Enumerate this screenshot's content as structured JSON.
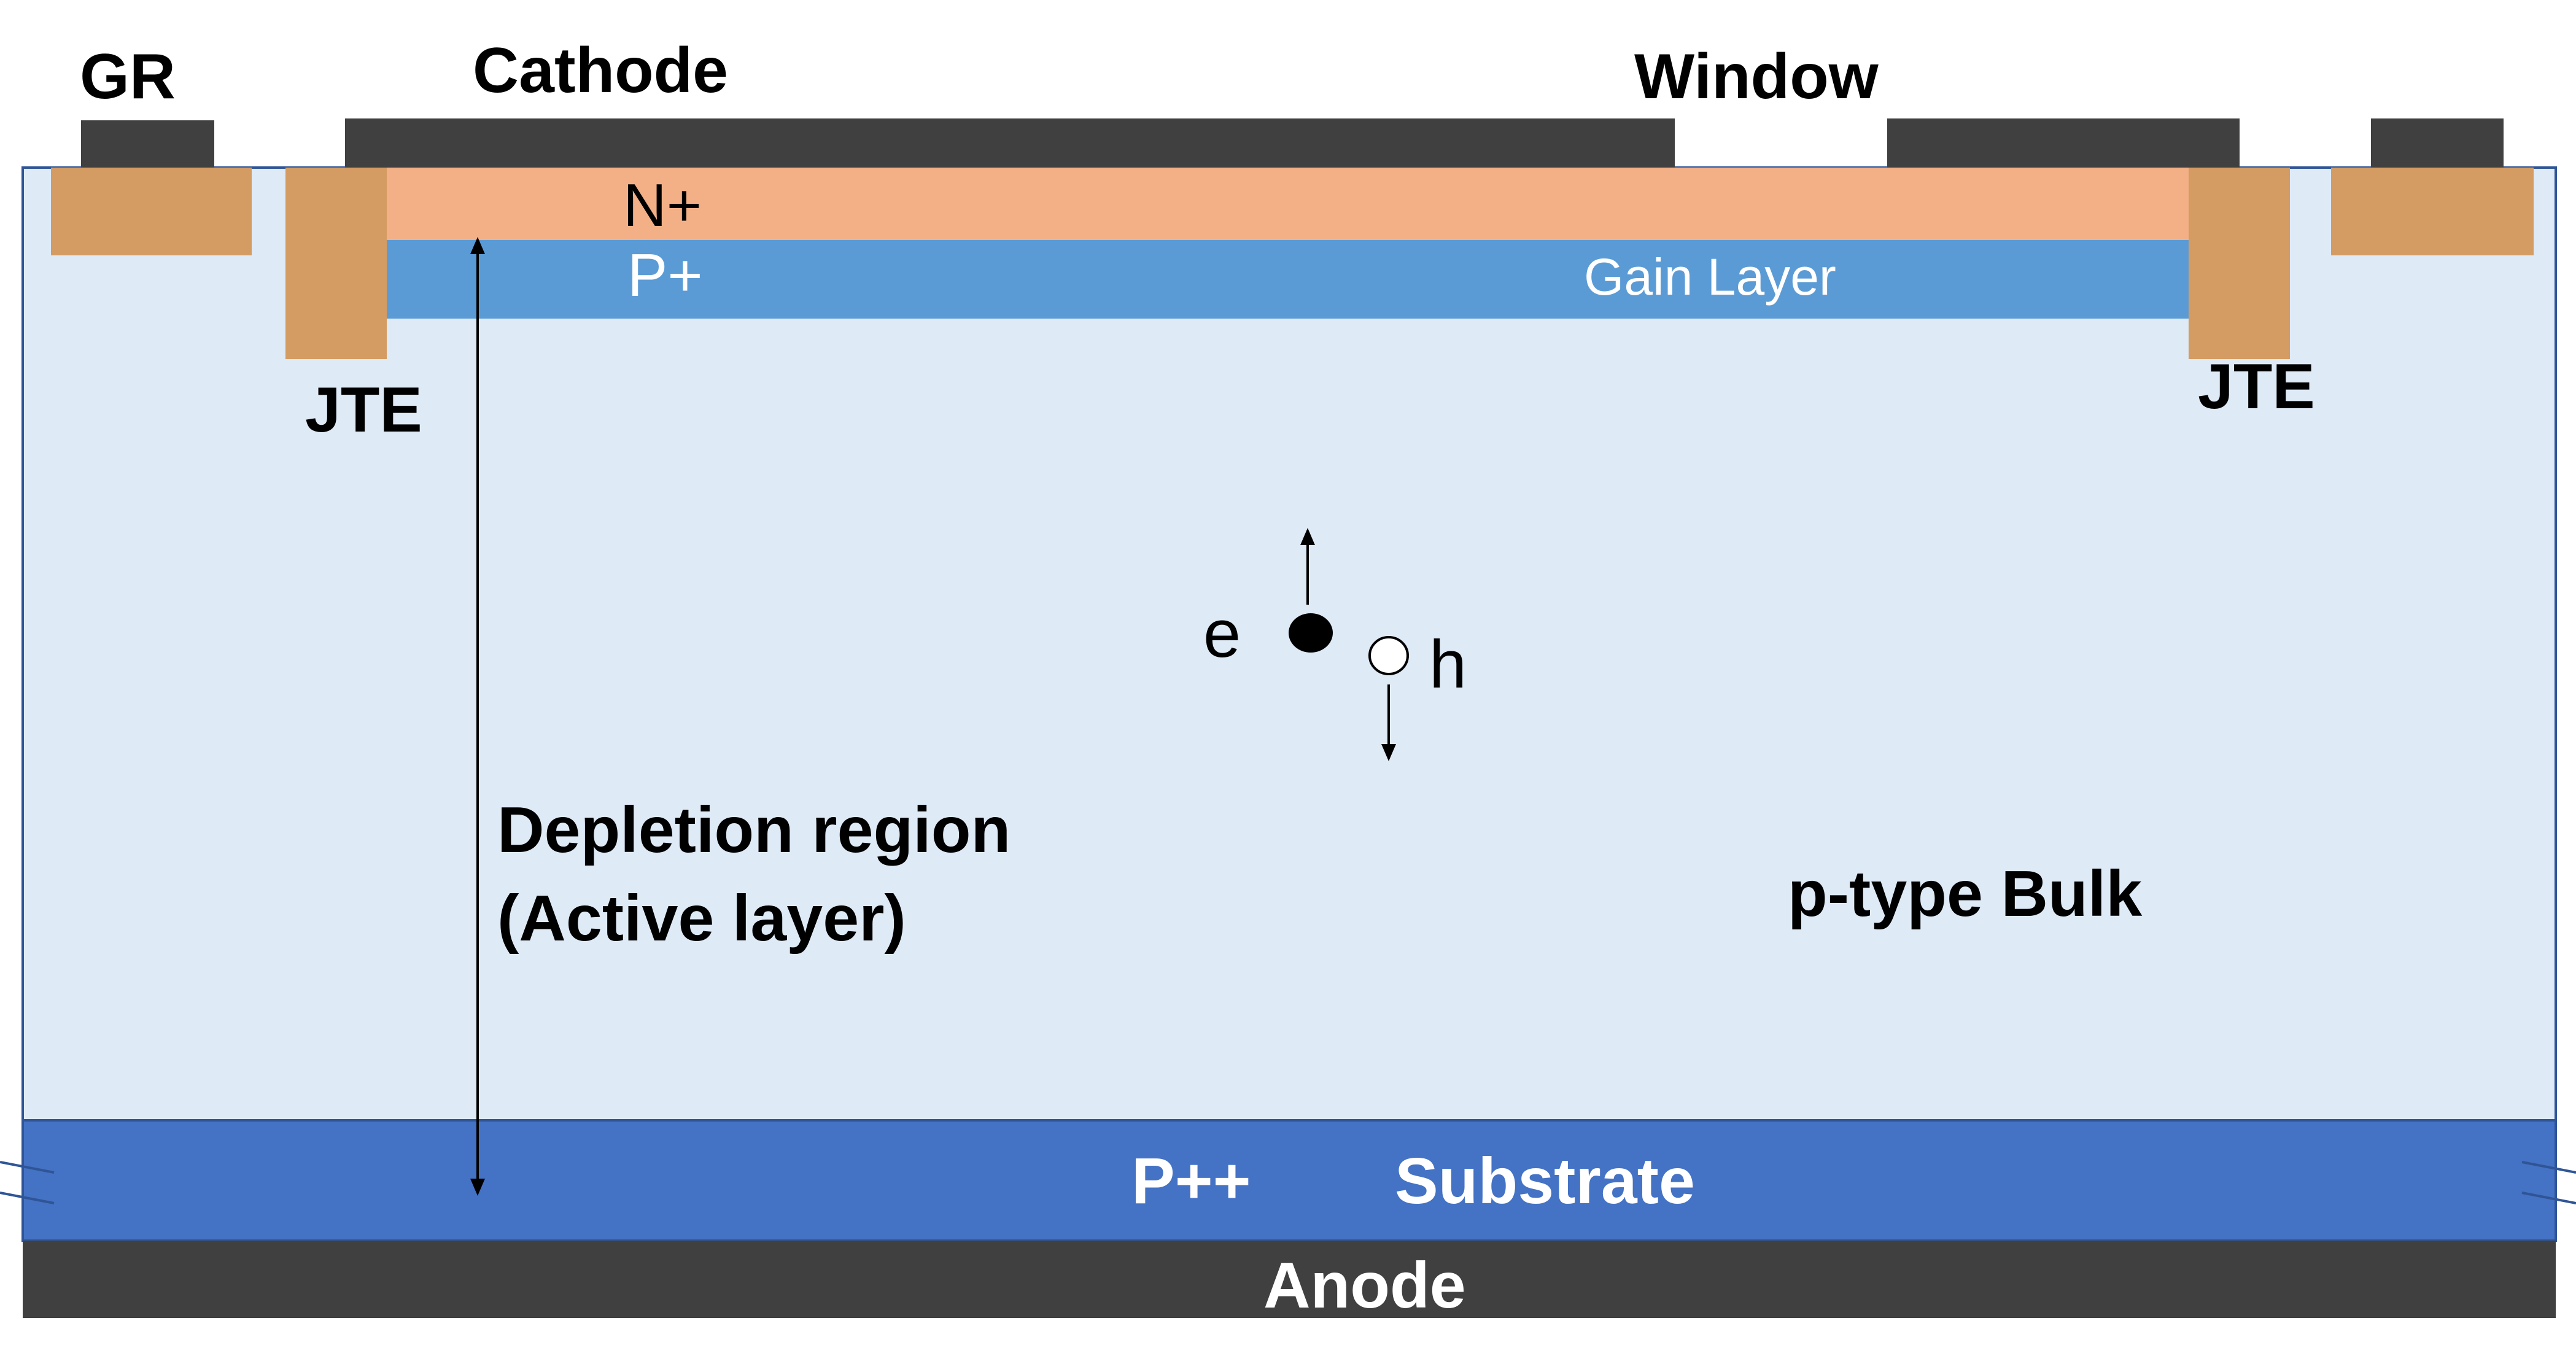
{
  "labels": {
    "guard_ring": "GR",
    "cathode": "Cathode",
    "window": "Window",
    "n_plus": "N+",
    "p_plus": "P+",
    "gain_layer": "Gain Layer",
    "jte_left": "JTE",
    "jte_right": "JTE",
    "electron": "e",
    "hole": "h",
    "depletion_line1": "Depletion region",
    "depletion_line2": "(Active layer)",
    "bulk": "p-type Bulk",
    "p_plus_plus": "P++",
    "substrate": "Substrate",
    "anode": "Anode"
  },
  "colors": {
    "metal": "#404040",
    "jte": "#d49c62",
    "n_plus": "#f3b086",
    "p_plus": "#5b9bd5",
    "bulk": "#deeaf6",
    "bulk_border": "#2f5597",
    "substrate": "#4472c4",
    "text_dark": "#000000",
    "text_light": "#ffffff"
  }
}
